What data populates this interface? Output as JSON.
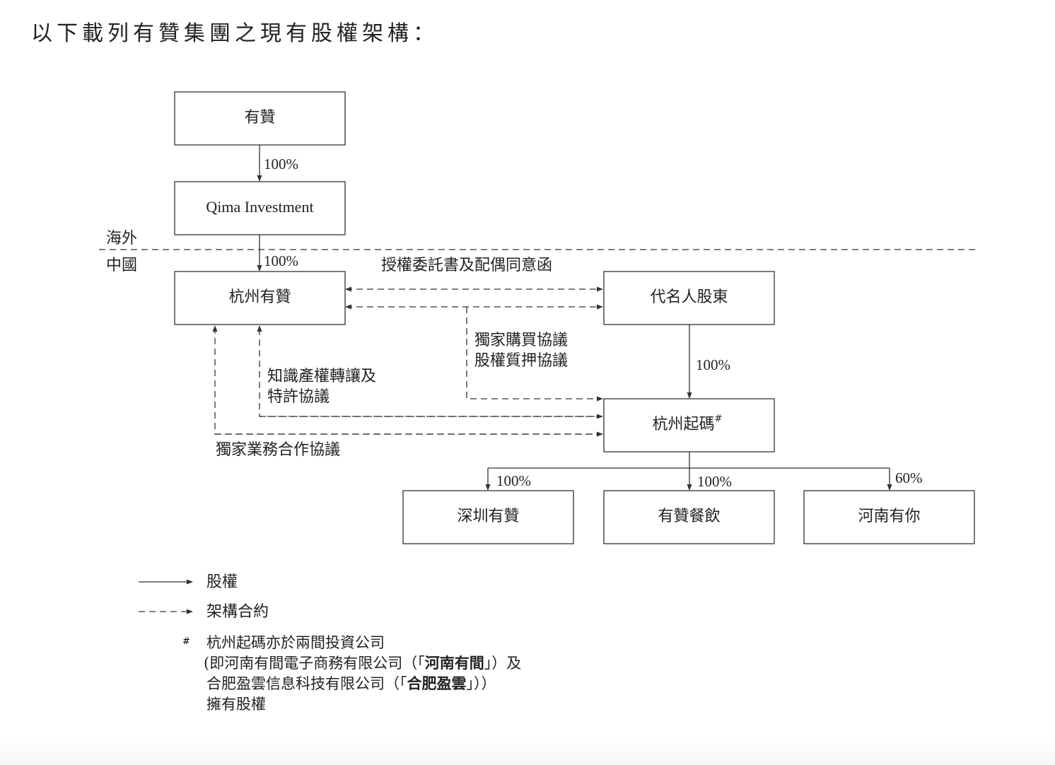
{
  "title": "以下載列有贊集團之現有股權架構：",
  "regions": {
    "offshore": "海外",
    "china": "中國"
  },
  "entities": {
    "youzan": "有贊",
    "qima": "Qima Investment",
    "hz_youzan": "杭州有贊",
    "nominee": "代名人股東",
    "hz_qima": "杭州起碼",
    "hz_qima_mark": "#",
    "sz_youzan": "深圳有贊",
    "youzan_catering": "有贊餐飲",
    "henan_youni": "河南有你"
  },
  "ownership": {
    "youzan_to_qima": "100%",
    "qima_to_hz_youzan": "100%",
    "nominee_to_hz_qima": "100%",
    "hz_qima_to_sz_youzan": "100%",
    "hz_qima_to_catering": "100%",
    "hz_qima_to_henan_youni": "60%"
  },
  "contracts": {
    "poa": "授權委託書及配偶同意函",
    "option_pledge_1": "獨家購買協議",
    "option_pledge_2": "股權質押協議",
    "ip_1": "知識產權轉讓及",
    "ip_2": "特許協議",
    "business": "獨家業務合作協議"
  },
  "legend": {
    "equity": "股權",
    "contract": "架構合約",
    "note_mark": "#",
    "note_line1": "杭州起碼亦於兩間投資公司",
    "note_line2_a": "(即河南有間電子商務有限公司（「",
    "note_line2_b": "河南有間",
    "note_line2_c": "」）及",
    "note_line3_a": "合肥盈雲信息科技有限公司（「",
    "note_line3_b": "合肥盈雲",
    "note_line3_c": "」））",
    "note_line4": "擁有股權"
  }
}
